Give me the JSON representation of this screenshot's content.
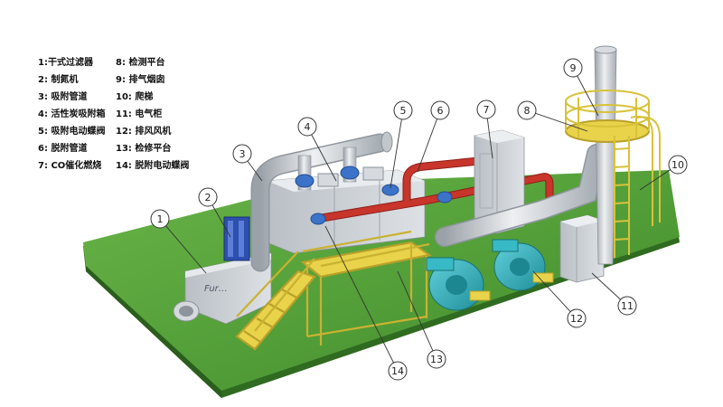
{
  "legend": {
    "items": [
      {
        "num": "1",
        "label": "干式过滤器"
      },
      {
        "num": "2",
        "label": "制氮机"
      },
      {
        "num": "3",
        "label": "吸附管道"
      },
      {
        "num": "4",
        "label": "活性炭吸附箱"
      },
      {
        "num": "5",
        "label": "吸附电动蝶阀"
      },
      {
        "num": "6",
        "label": "脱附管道"
      },
      {
        "num": "7",
        "label": "CO催化燃烧"
      },
      {
        "num": "8",
        "label": "检测平台"
      },
      {
        "num": "9",
        "label": "排气烟囱"
      },
      {
        "num": "10",
        "label": "爬梯"
      },
      {
        "num": "11",
        "label": "电气柜"
      },
      {
        "num": "12",
        "label": "排风风机"
      },
      {
        "num": "13",
        "label": "检修平台"
      },
      {
        "num": "14",
        "label": "脱附电动蝶阀"
      }
    ]
  },
  "equipment": {
    "filter_badge": "Fur…"
  },
  "colors": {
    "grass": "#4f9a34",
    "steel": "#c9ced3",
    "pipe_red": "#c7352b",
    "platform_yellow": "#e8d34a",
    "fan_teal": "#2fb2be",
    "valve_blue": "#3b73c9"
  }
}
